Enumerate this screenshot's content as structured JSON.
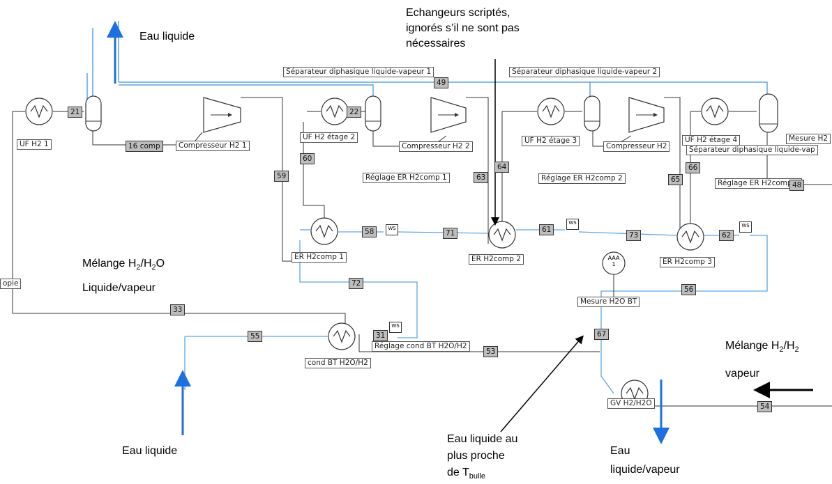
{
  "annotations": {
    "eau_liquide_top": "Eau liquide",
    "echangeurs_1": "Echangeurs scriptés,",
    "echangeurs_2": "ignorés s’il ne sont pas",
    "echangeurs_3": "nécessaires",
    "melange_left_1": "Mélange H",
    "melange_left_sub1": "2",
    "melange_left_2": "/H",
    "melange_left_sub2": "2",
    "melange_left_3": "O",
    "liquide_vapeur": "Liquide/vapeur",
    "melange_right_1": "Mélange H",
    "melange_right_sub1": "2",
    "melange_right_2": "/H",
    "melange_right_sub2": "2",
    "vapeur": "vapeur",
    "eau_liquide_bottom": "Eau liquide",
    "eau_liq_tbulle_1": "Eau liquide au",
    "eau_liq_tbulle_2": "plus proche",
    "eau_liq_tbulle_3": "de T",
    "eau_liq_tbulle_sub": "bulle",
    "eau_lv_1": "Eau",
    "eau_lv_2": "liquide/vapeur"
  },
  "blocks": {
    "uf_h2_1": "UF H2 1",
    "comp_h2_1": "Compresseur H2 1",
    "uf_h2_etage2": "UF H2 étage 2",
    "comp_h2_2": "Compresseur H2 2",
    "uf_h2_etage3": "UF H2 étage 3",
    "comp_h2_3": "Compresseur H2",
    "uf_h2_etage4": "UF H2 étage 4",
    "mesure_h2": "Mesure H2",
    "sep_2b": "Séparateur diphasique liquide-vap",
    "sep_1": "Séparateur diphasique liquide-vapeur 1",
    "sep_2": "Séparateur diphasique liquide-vapeur 2",
    "reglage_1": "Réglage ER H2comp 1",
    "reglage_2": "Réglage ER H2comp 2",
    "reglage_3": "Réglage ER H2comp 3",
    "er_1": "ER H2comp 1",
    "er_2": "ER H2comp 2",
    "er_3": "ER H2comp 3",
    "mesure_h2o": "Mesure H2O BT",
    "cond_bt": "cond BT H2O/H2",
    "reglage_cond": "Réglage cond BT H2O/H2",
    "gv": "GV H2/H2O",
    "copie": "opie",
    "aaa": "AAA",
    "aaa_num": "1",
    "ws": "WS"
  },
  "streams": {
    "s21": "21",
    "s16": "16 comp",
    "s49": "49",
    "s22": "22",
    "s59": "59",
    "s60": "60",
    "s63": "63",
    "s64": "64",
    "s65": "65",
    "s66": "66",
    "s48": "48",
    "s58": "58",
    "s71": "71",
    "s61": "61",
    "s73": "73",
    "s62": "62",
    "s72": "72",
    "s56": "56",
    "s33": "33",
    "s55": "55",
    "s31": "31",
    "s53": "53",
    "s67": "67",
    "s54": "54"
  },
  "colors": {
    "liquid_line": "#5aa6e6",
    "arrow_blue": "#1e6fe0",
    "line_dark": "#333333",
    "tag_fill": "#bdbdbd"
  }
}
